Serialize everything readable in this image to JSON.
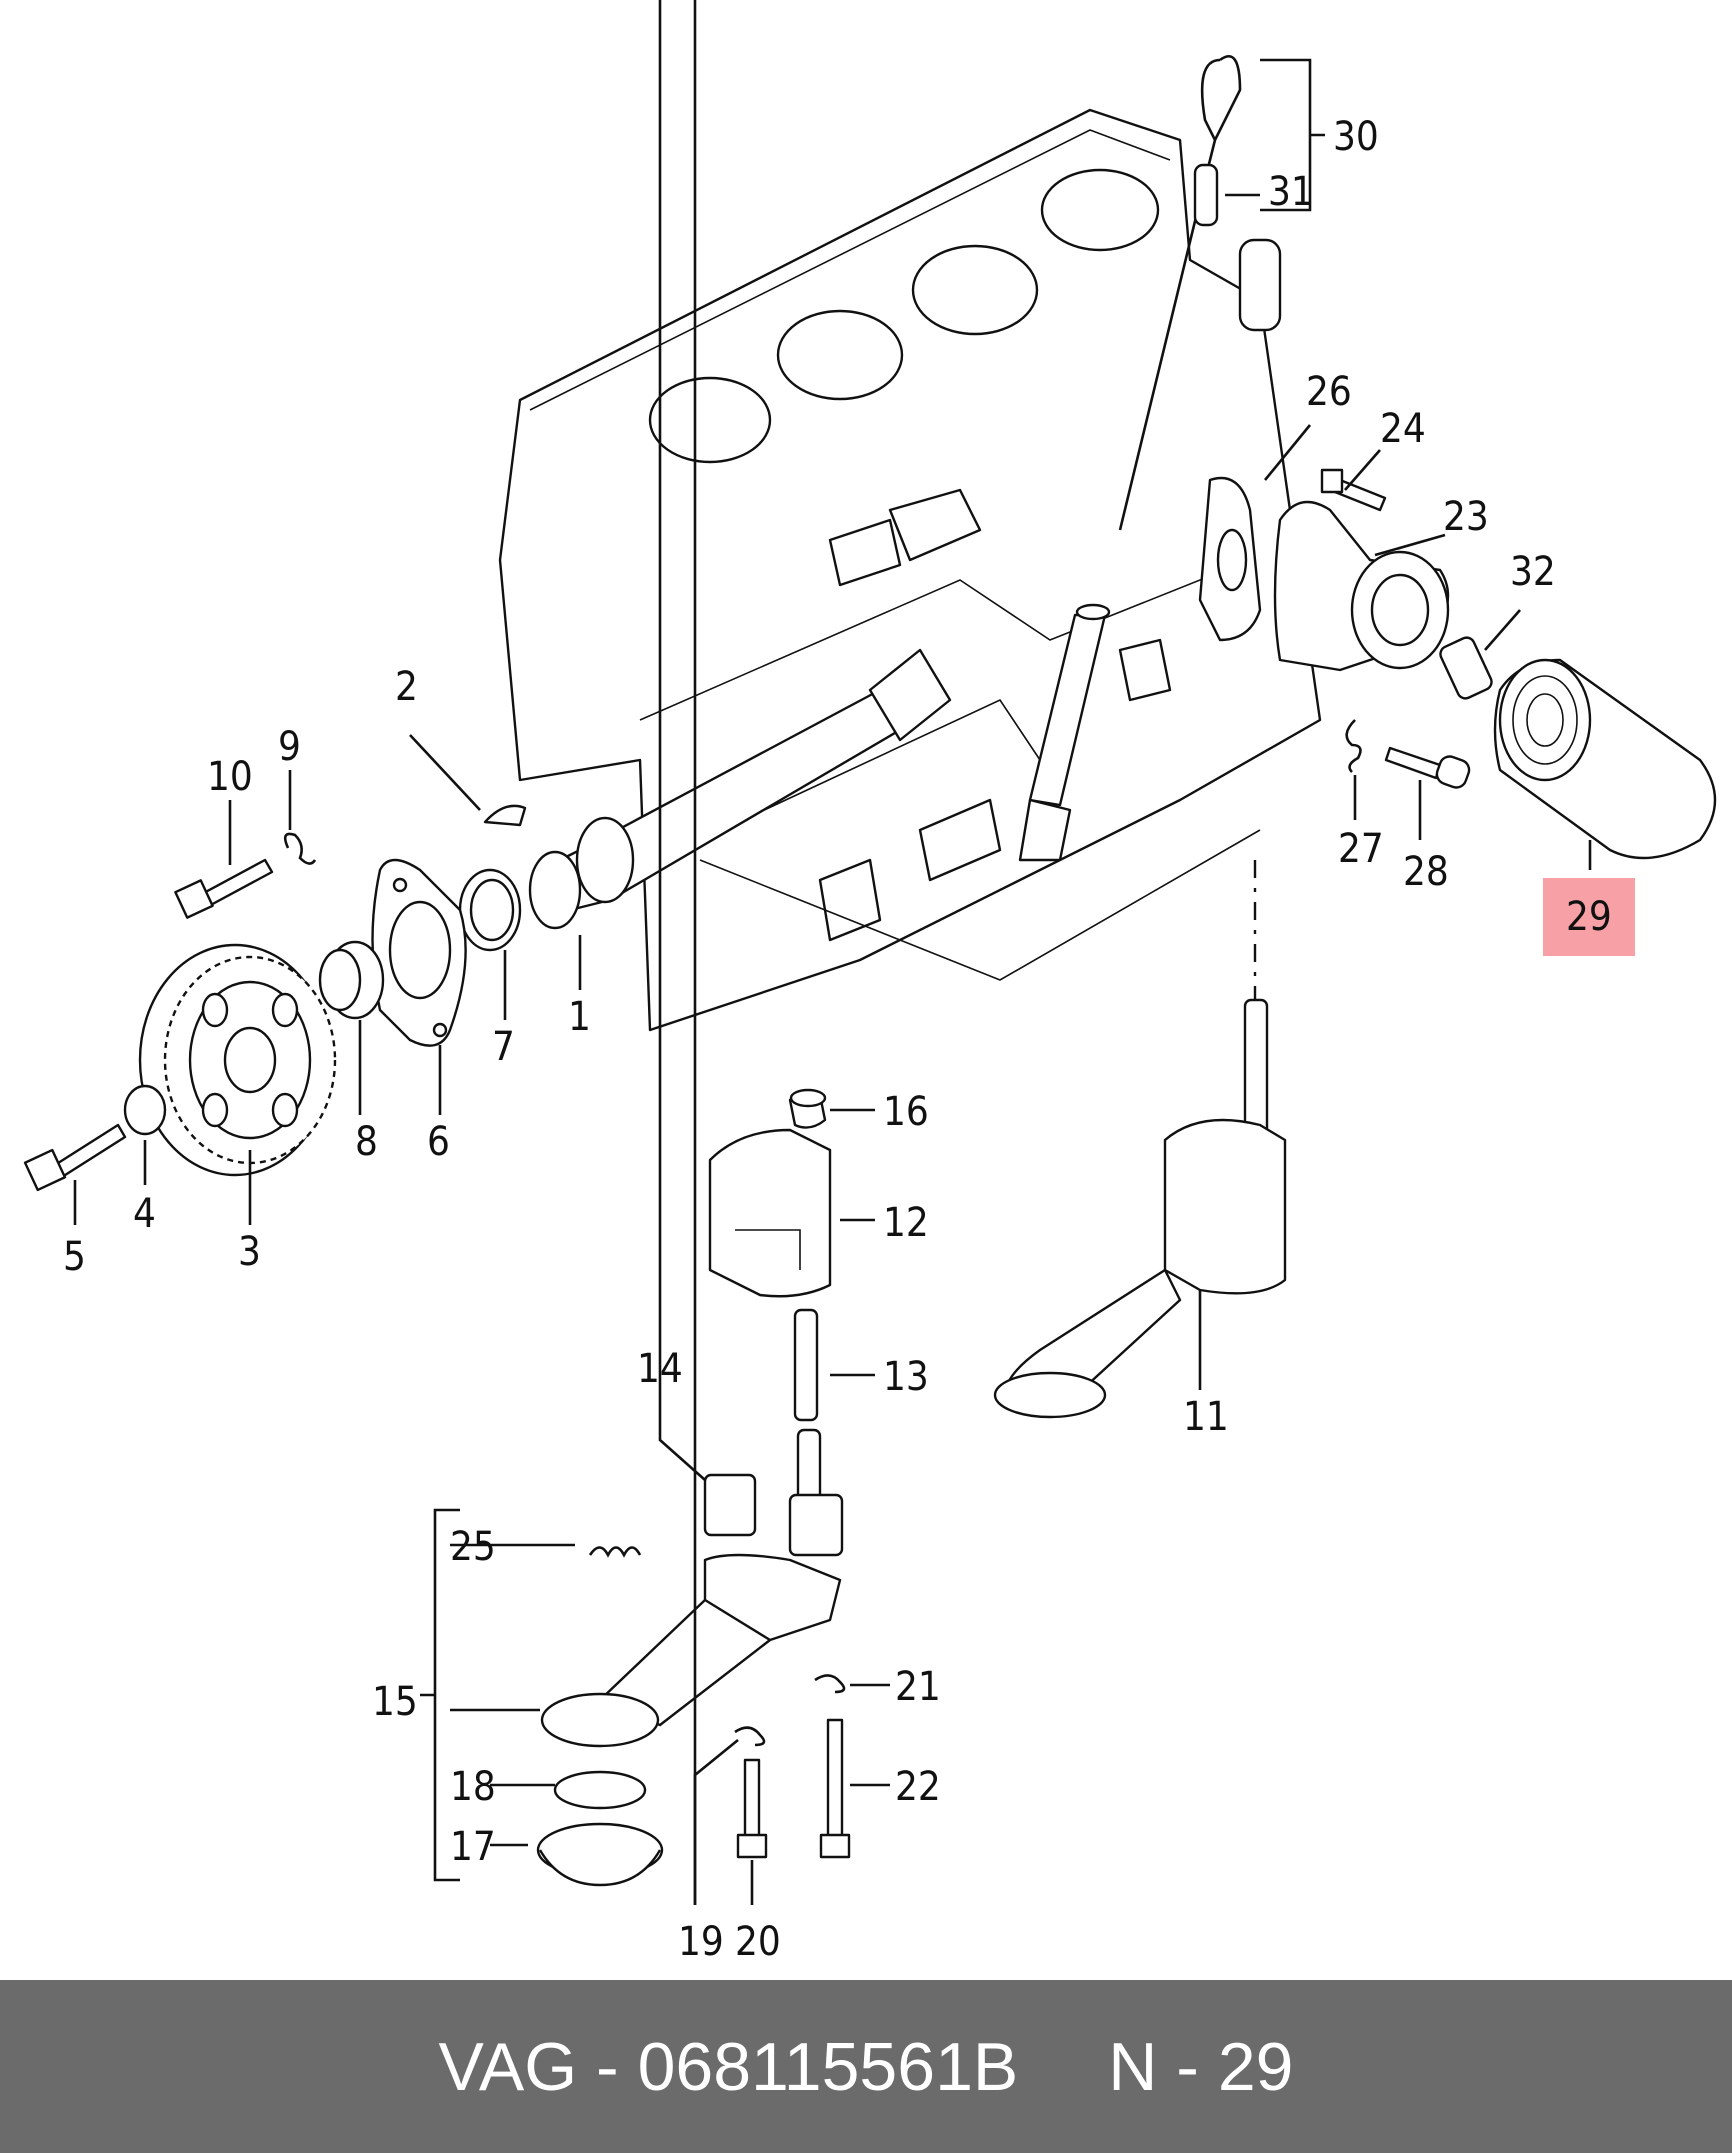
{
  "diagram": {
    "highlight_color": "#f7a1a7",
    "line_color": "#111111",
    "part_labels": [
      "1",
      "2",
      "3",
      "4",
      "5",
      "6",
      "7",
      "8",
      "9",
      "10",
      "11",
      "12",
      "13",
      "14",
      "15",
      "16",
      "17",
      "18",
      "19",
      "20",
      "21",
      "22",
      "23",
      "24",
      "25",
      "26",
      "27",
      "28",
      "29",
      "30",
      "31",
      "32"
    ],
    "highlighted_part": "29"
  },
  "footer": {
    "brand": "VAG",
    "separator": "-",
    "part_number": "068115561B",
    "ref_prefix": "N",
    "ref_separator": "-",
    "ref_number": "29",
    "background": "#6b6b6b",
    "text_color": "#ffffff"
  }
}
